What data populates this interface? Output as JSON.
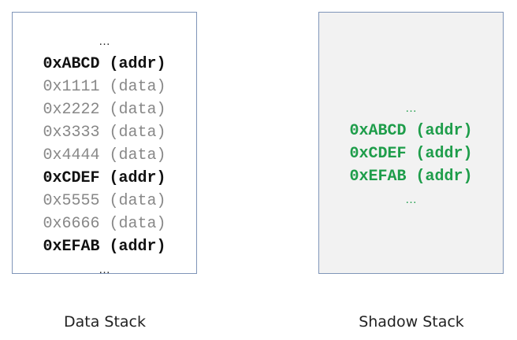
{
  "data_stack": {
    "label": "Data Stack",
    "entries": [
      {
        "text": "…",
        "kind": "ellipsis"
      },
      {
        "text": "0xABCD (addr)",
        "kind": "addr"
      },
      {
        "text": "0x1111 (data)",
        "kind": "data"
      },
      {
        "text": "0x2222 (data)",
        "kind": "data"
      },
      {
        "text": "0x3333 (data)",
        "kind": "data"
      },
      {
        "text": "0x4444 (data)",
        "kind": "data"
      },
      {
        "text": "0xCDEF (addr)",
        "kind": "addr"
      },
      {
        "text": "0x5555 (data)",
        "kind": "data"
      },
      {
        "text": "0x6666 (data)",
        "kind": "data"
      },
      {
        "text": "0xEFAB (addr)",
        "kind": "addr"
      },
      {
        "text": "…",
        "kind": "ellipsis"
      }
    ]
  },
  "shadow_stack": {
    "label": "Shadow Stack",
    "entries": [
      {
        "text": "…",
        "kind": "ellipsis"
      },
      {
        "text": "0xABCD (addr)",
        "kind": "addr"
      },
      {
        "text": "0xCDEF (addr)",
        "kind": "addr"
      },
      {
        "text": "0xEFAB (addr)",
        "kind": "addr"
      },
      {
        "text": "…",
        "kind": "ellipsis"
      }
    ]
  },
  "colors": {
    "shadow_text": "#1e9d4a",
    "data_text": "#888888",
    "addr_text": "#111111",
    "box_border": "#7f95b8",
    "shadow_background": "#f2f2f2"
  }
}
